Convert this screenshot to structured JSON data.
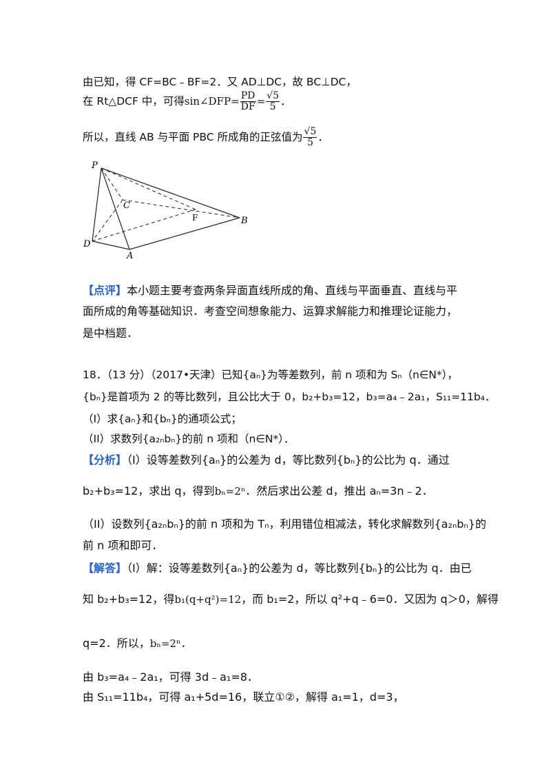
{
  "lines": {
    "l1": "由已知，得 CF=BC﹣BF=2．又 AD⊥DC，故 BC⊥DC，",
    "l2_a": "在 Rt△DCF 中，可得",
    "l2_sin": "sin∠DFP=",
    "l2_num": "PD",
    "l2_den": "DF",
    "l2_eq": "=",
    "l2_fnum": "√5",
    "l2_fden": "5",
    "l2_end": "．",
    "l3_a": "所以，直线 AB 与平面 PBC 所成角的正弦值为",
    "l3_num": "√5",
    "l3_den": "5",
    "l3_end": "．",
    "comment_tag": "【点评】",
    "comment_1": "本小题主要考查两条异面直线所成的角、直线与平面垂直、直线与平",
    "comment_2": "面所成的角等基础知识．考查空间想象能力、运算求解能力和推理论证能力，",
    "comment_3": "是中档题．",
    "q18_1": "18．（13 分）（2017•天津）已知{aₙ}为等差数列，前 n 项和为 Sₙ（n∈N*），",
    "q18_2": "{bₙ}是首项为 2 的等比数列，且公比大于 0，b₂+b₃=12，b₃=a₄﹣2a₁，S₁₁=11b₄．",
    "q18_3": "（I）求{aₙ}和{bₙ}的通项公式；",
    "q18_4": "（II）求数列{a₂ₙbₙ}的前 n 项和（n∈N*）．",
    "analysis_tag": "【分析】",
    "analysis_1": "（I）设等差数列{aₙ}的公差为 d，等比数列{bₙ}的公比为 q．通过",
    "analysis_2a": "b₂+b₃=12，求出 q，得到",
    "analysis_2f": "bₙ=2ⁿ",
    "analysis_2b": "．然后求出公差 d，推出 aₙ=3n﹣2．",
    "analysis_3": "（II）设数列{a₂ₙbₙ}的前 n 项和为 Tₙ，利用错位相减法，转化求解数列{a₂ₙbₙ}的",
    "analysis_4": "前 n 项和即可．",
    "solution_tag": "【解答】",
    "solution_1": "（I）解：设等差数列{aₙ}的公差为 d，等比数列{bₙ}的公比为 q．由已",
    "solution_2a": "知 b₂+b₃=12，得",
    "solution_2f": "b₁(q+q²)=12",
    "solution_2b": "，而 b₁=2，所以 q²+q﹣6=0．又因为 q＞0，解得",
    "solution_3a": "q=2．所以，",
    "solution_3f": "bₙ=2ⁿ",
    "solution_3b": "．",
    "solution_4": "由 b₃=a₄﹣2a₁，可得 3d﹣a₁=8．",
    "solution_5": "由 S₁₁=11b₄，可得 a₁+5d=16，联立①②，解得 a₁=1，d=3，"
  },
  "figure": {
    "labels": {
      "P": "P",
      "C": "C",
      "F": "F",
      "B": "B",
      "D": "D",
      "A": "A"
    }
  }
}
